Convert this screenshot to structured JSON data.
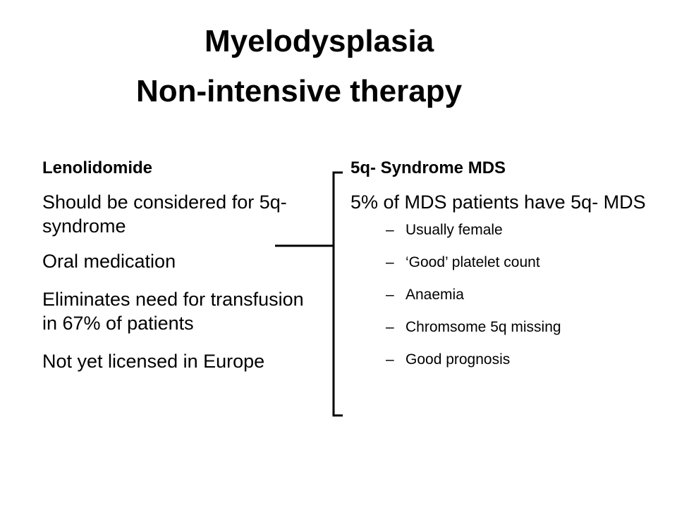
{
  "title": {
    "line1": "Myelodysplasia",
    "line2": "Non-intensive therapy"
  },
  "left": {
    "heading": "Lenolidomide",
    "paragraphs": [
      "Should be considered for 5q- syndrome",
      "Oral medication",
      "Eliminates need for transfusion in 67% of patients",
      "Not yet licensed in Europe"
    ]
  },
  "right": {
    "heading": "5q- Syndrome MDS",
    "intro": "5% of MDS patients have 5q- MDS",
    "bullets": [
      "Usually female",
      "‘Good’ platelet count",
      "Anaemia",
      "Chromsome 5q missing",
      "Good prognosis"
    ],
    "bullet_marker": "–"
  }
}
